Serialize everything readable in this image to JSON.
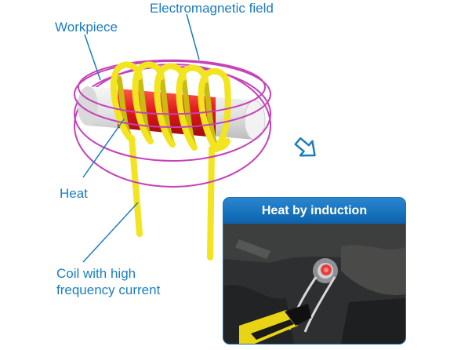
{
  "labels": {
    "electromagnetic_field": "Electromagnetic field",
    "workpiece": "Workpiece",
    "heat": "Heat",
    "coil_line1": "Coil with high",
    "coil_line2": "frequency current"
  },
  "photo": {
    "title": "Heat by induction"
  },
  "colors": {
    "label_text": "#1b7dbf",
    "coil_yellow": "#f2e41f",
    "heated_red": "#e01a1a",
    "field_magenta": "#c641b8",
    "workpiece_gray": "#e6e6e6",
    "title_bar_blue": "#0b62ad"
  },
  "icons": [
    "direction-arrow-icon"
  ]
}
